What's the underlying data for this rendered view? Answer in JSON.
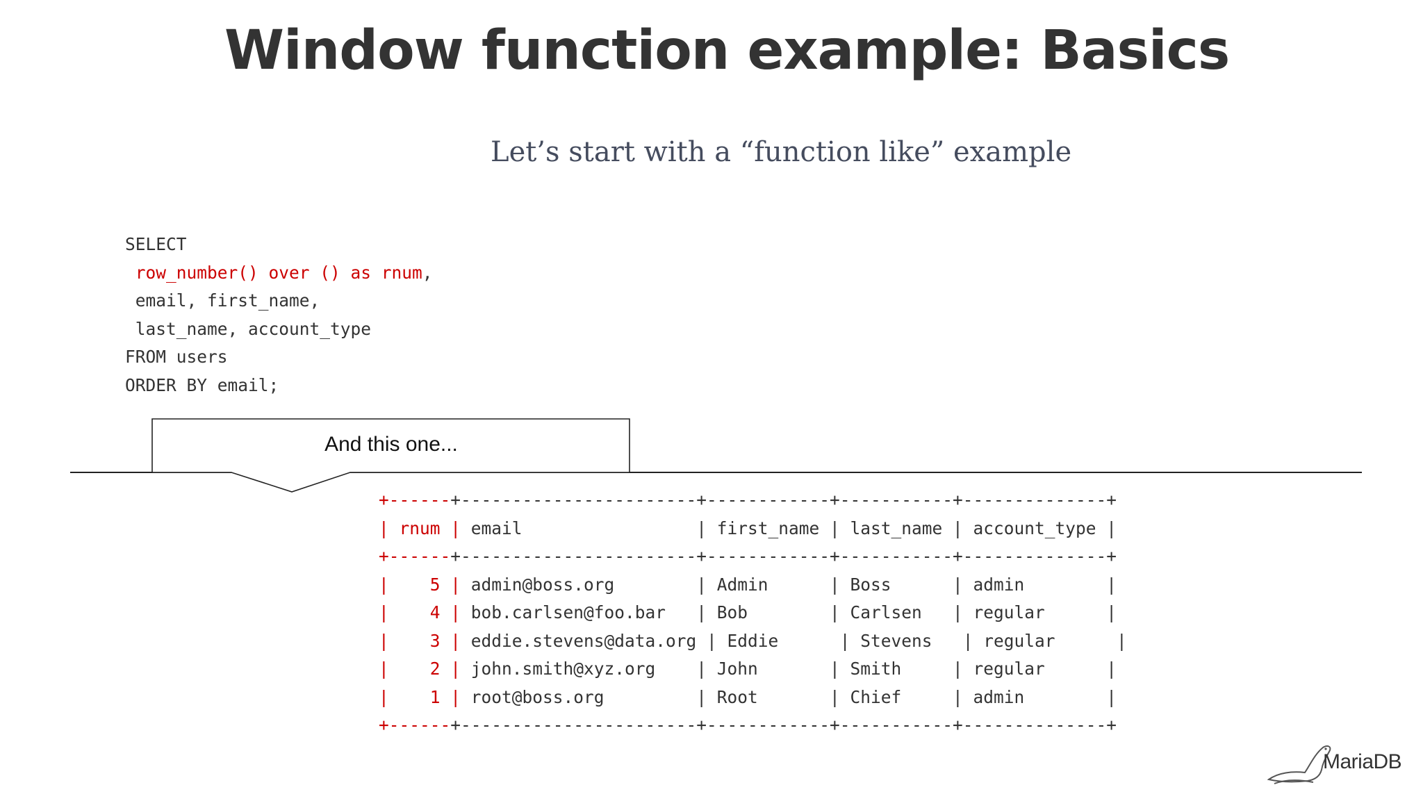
{
  "slide": {
    "title": "Window function example: Basics",
    "subtitle": "Let’s start with a “function like” example"
  },
  "sql": {
    "line1": "SELECT",
    "line2_highlight": "row_number() over () as rnum",
    "line2_rest": ",",
    "line3": "email, first_name,",
    "line4": "last_name, account_type",
    "line5": "FROM users",
    "line6": "ORDER BY email;"
  },
  "callout": {
    "text": "And this one..."
  },
  "result": {
    "border_left": "+------",
    "border_rest": "+-----------------------+------------+-----------+--------------+",
    "header_left": "| rnum |",
    "header_rest": " email                 | first_name | last_name | account_type |",
    "rows": [
      {
        "left": "|    5 |",
        "rest": " admin@boss.org        | Admin      | Boss      | admin        |"
      },
      {
        "left": "|    4 |",
        "rest": " bob.carlsen@foo.bar   | Bob        | Carlsen   | regular      |"
      },
      {
        "left": "|    3 |",
        "rest": " eddie.stevens@data.org | Eddie      | Stevens   | regular      |"
      },
      {
        "left": "|    2 |",
        "rest": " john.smith@xyz.org    | John       | Smith     | regular      |"
      },
      {
        "left": "|    1 |",
        "rest": " root@boss.org         | Root       | Chief     | admin        |"
      }
    ]
  },
  "logo": {
    "text": "MariaDB",
    "icon": "seal-icon"
  },
  "colors": {
    "highlight": "#cc0000",
    "text": "#333333"
  }
}
